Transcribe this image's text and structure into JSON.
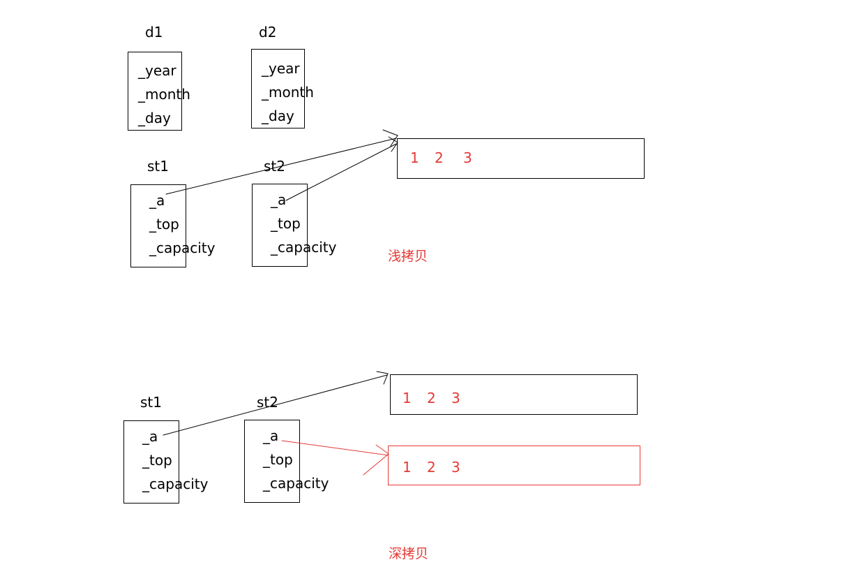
{
  "colors": {
    "accent": "#e53935",
    "ink": "#000000"
  },
  "date_objects": [
    {
      "name": "d1",
      "fields": [
        "_year",
        "_month",
        "_day"
      ]
    },
    {
      "name": "d2",
      "fields": [
        "_year",
        "_month",
        "_day"
      ]
    }
  ],
  "shallow": {
    "caption": "浅拷贝",
    "stacks": [
      {
        "name": "st1",
        "fields": [
          "_a",
          "_top",
          "_capacity"
        ]
      },
      {
        "name": "st2",
        "fields": [
          "_a",
          "_top",
          "_capacity"
        ]
      }
    ],
    "arrays": [
      {
        "values": [
          "1",
          "2",
          "3"
        ]
      }
    ]
  },
  "deep": {
    "caption": "深拷贝",
    "stacks": [
      {
        "name": "st1",
        "fields": [
          "_a",
          "_top",
          "_capacity"
        ]
      },
      {
        "name": "st2",
        "fields": [
          "_a",
          "_top",
          "_capacity"
        ]
      }
    ],
    "arrays": [
      {
        "values": [
          "1",
          "2",
          "3"
        ]
      },
      {
        "values": [
          "1",
          "2",
          "3"
        ]
      }
    ]
  }
}
